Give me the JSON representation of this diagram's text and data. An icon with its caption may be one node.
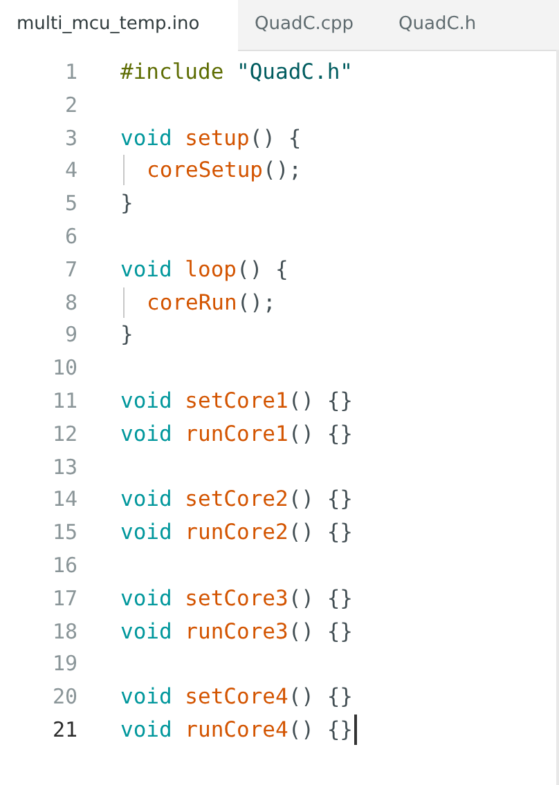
{
  "diagram": {
    "labels": [
      "multi_mcu_temp.ino",
      "QuadC.cpp",
      "QuadC.h",
      "1",
      "#include \"QuadC.h\"",
      "2",
      "3",
      "void setup() {",
      "4",
      "coreSetup();",
      "5",
      "}",
      "6",
      "7",
      "void loop() {",
      "8",
      "coreRun();",
      "9",
      "}",
      "10",
      "11",
      "void setCore1() {}",
      "12",
      "void runCore1() {}",
      "13",
      "14",
      "void setCore2() {}",
      "15",
      "void runCore2() {}",
      "16",
      "17",
      "void setCore3() {}",
      "18",
      "void runCore3() {}",
      "19",
      "20",
      "void setCore4() {}",
      "21",
      "void runCore4() {}"
    ]
  }
}
